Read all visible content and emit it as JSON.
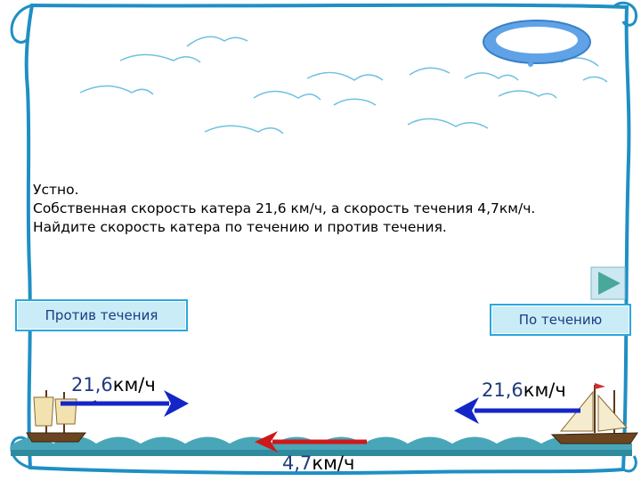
{
  "problem": {
    "line1": "Устно.",
    "line2": "Собственная скорость катера 21,6 км/ч, а скорость течения 4,7км/ч.",
    "line3": "Найдите скорость катера по течению и против течения."
  },
  "buttons": {
    "against_label": "Против течения",
    "with_label": "По течению"
  },
  "speeds": {
    "boat_left_value": "21,6",
    "boat_left_unit": "км/ч",
    "boat_right_value": "21,6",
    "boat_right_unit": "км/ч",
    "current_value": "4,7",
    "current_unit": "км/ч"
  },
  "colors": {
    "boat_arrow": "#1426c8",
    "current_arrow": "#d01818",
    "button_fill": "#c9ecf7",
    "button_border": "#2aa7dd",
    "frame_stroke": "#1f8fc4",
    "water": "#49a6b8"
  },
  "icons": {
    "next": "play-triangle-icon",
    "cloud": "cloud-icon",
    "boats": "sailboat-icon"
  }
}
